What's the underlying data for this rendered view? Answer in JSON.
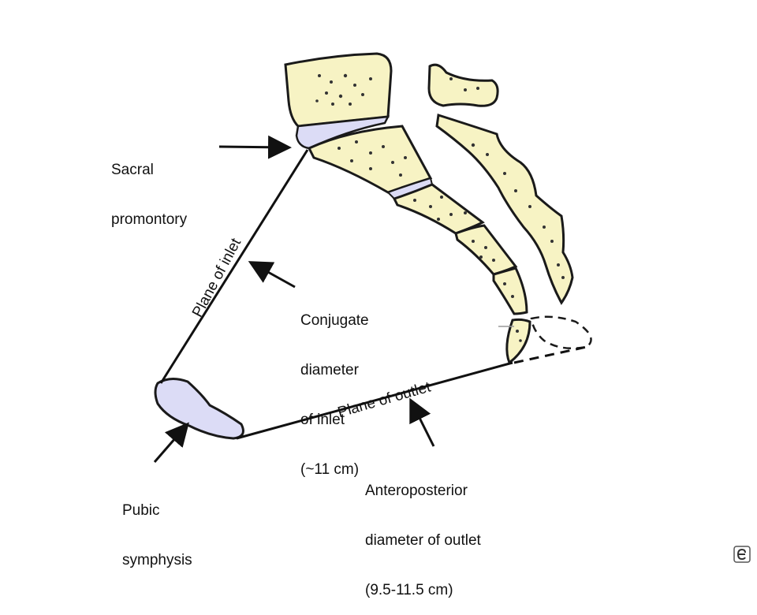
{
  "labels": {
    "sacral_promontory": [
      "Sacral",
      "promontory"
    ],
    "plane_of_inlet": "Plane of inlet",
    "conjugate_diameter": [
      "Conjugate",
      "diameter",
      "of inlet",
      "(~11 cm)"
    ],
    "plane_of_outlet": "Plane of outlet",
    "ap_diameter": [
      "Anteroposterior",
      "diameter of outlet",
      "(9.5-11.5 cm)"
    ],
    "pubic_symphysis": [
      "Pubic",
      "symphysis"
    ]
  },
  "colors": {
    "bone_fill": "#f7f3c4",
    "disc_fill": "#dcdcf6",
    "outline": "#1a1a1a",
    "background": "#ffffff"
  },
  "icons": {
    "corner_logo": "elsevier-e-icon"
  }
}
